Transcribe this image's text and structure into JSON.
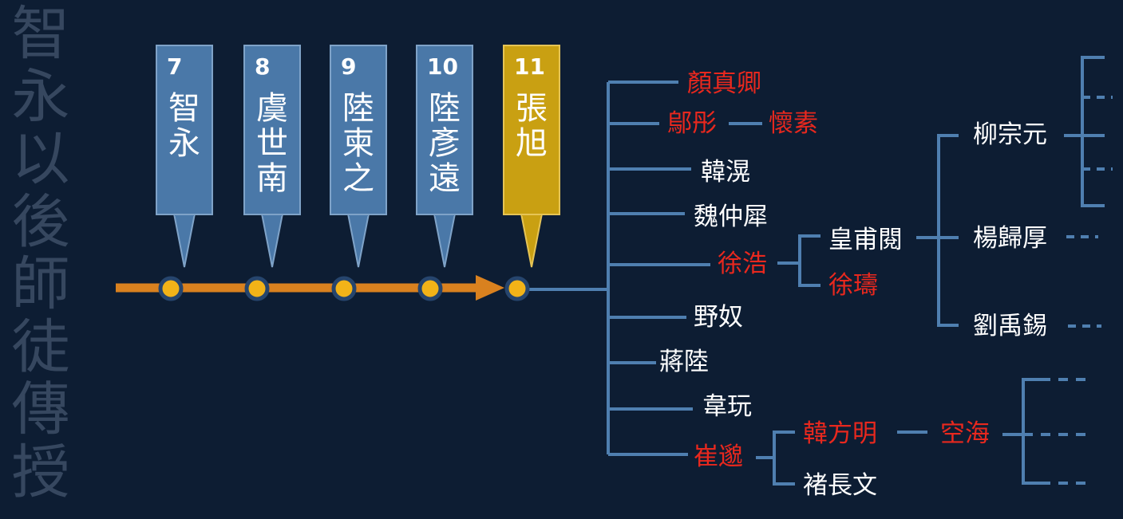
{
  "side_title": "智永以後師徒傳授",
  "timeline": [
    {
      "num": "7",
      "name": "智永"
    },
    {
      "num": "8",
      "name": "虞世南"
    },
    {
      "num": "9",
      "name": "陸柬之"
    },
    {
      "num": "10",
      "name": "陸彥遠"
    },
    {
      "num": "11",
      "name": "張旭"
    }
  ],
  "disciples": [
    {
      "name": "顏真卿",
      "highlight": true
    },
    {
      "name": "鄔彤",
      "highlight": true
    },
    {
      "name": "懷素",
      "highlight": true
    },
    {
      "name": "韓滉",
      "highlight": false
    },
    {
      "name": "魏仲犀",
      "highlight": false
    },
    {
      "name": "徐浩",
      "highlight": true
    },
    {
      "name": "野奴",
      "highlight": false
    },
    {
      "name": "蔣陸",
      "highlight": false
    },
    {
      "name": "韋玩",
      "highlight": false
    },
    {
      "name": "崔邈",
      "highlight": true
    }
  ],
  "second_gen": [
    {
      "name": "皇甫閱",
      "highlight": false
    },
    {
      "name": "徐璹",
      "highlight": true
    },
    {
      "name": "韓方明",
      "highlight": true
    },
    {
      "name": "褚長文",
      "highlight": false
    }
  ],
  "third_gen": [
    {
      "name": "柳宗元",
      "highlight": false
    },
    {
      "name": "楊歸厚",
      "highlight": false
    },
    {
      "name": "劉禹錫",
      "highlight": false
    },
    {
      "name": "空海",
      "highlight": true
    }
  ],
  "colors": {
    "background": "#0d1d33",
    "card": "#4a78a8",
    "card_border": "#7fa3c8",
    "card_highlight": "#c9a012",
    "arrow": "#d9811f",
    "dot": "#f2b318",
    "line": "#4f7fb0",
    "name_red": "#e8281e",
    "name_white": "#ffffff",
    "side_title": "#36475f"
  }
}
